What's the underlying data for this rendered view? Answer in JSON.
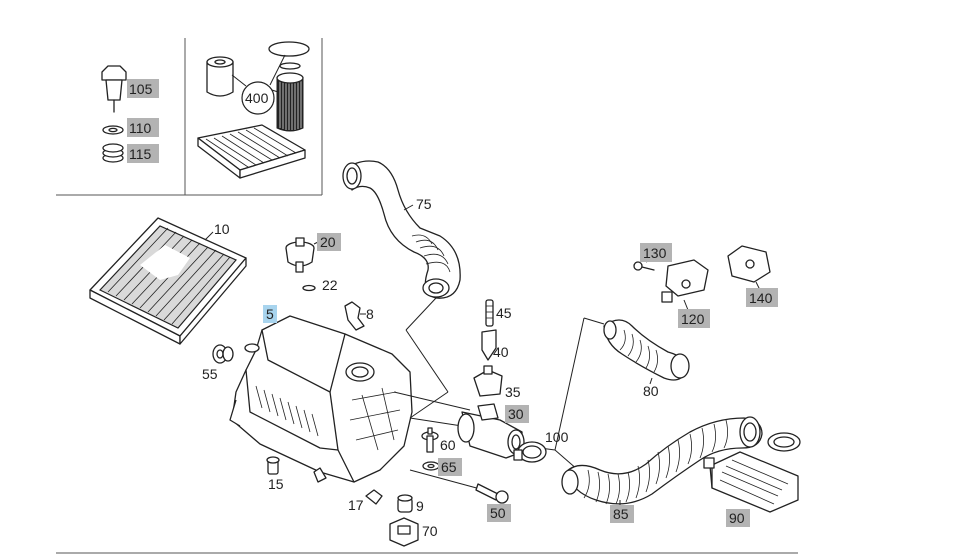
{
  "labels": {
    "l105": "105",
    "l110": "110",
    "l115": "115",
    "l400": "400",
    "l10": "10",
    "l20": "20",
    "l22": "22",
    "l5": "5",
    "l8": "8",
    "l75": "75",
    "l45": "45",
    "l40": "40",
    "l35": "35",
    "l30": "30",
    "l55": "55",
    "l60": "60",
    "l65": "65",
    "l15": "15",
    "l17": "17",
    "l9": "9",
    "l70": "70",
    "l50": "50",
    "l100": "100",
    "l80": "80",
    "l85": "85",
    "l90": "90",
    "l130": "130",
    "l120": "120",
    "l140": "140"
  },
  "colors": {
    "highlight_grey": "#b3b3b3",
    "highlight_blue": "#a8d4ee",
    "line": "#222222"
  }
}
